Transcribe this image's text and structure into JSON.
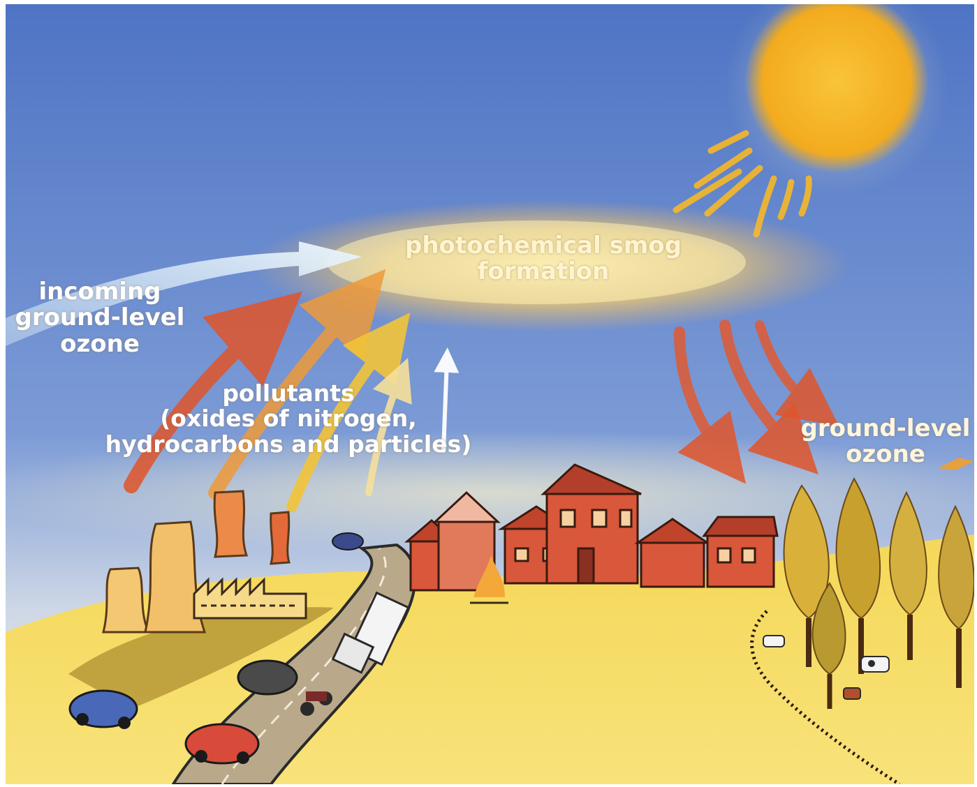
{
  "labels": {
    "smog": [
      "photochemical smog",
      "formation"
    ],
    "incoming": [
      "incoming",
      "ground-level",
      "ozone"
    ],
    "pollutants": [
      "pollutants",
      "(oxides of nitrogen,",
      "hydrocarbons and particles)"
    ],
    "ground_ozone": [
      "ground-level",
      "ozone"
    ]
  },
  "colors": {
    "sky": "#5a7fc8",
    "sun": "#f6b21a",
    "smog_glow": "#f9d86a",
    "arrow_red": "#e05a2c",
    "arrow_yellow": "#f2c232",
    "ground": "#f2d24a",
    "house_red": "#d9573a"
  }
}
